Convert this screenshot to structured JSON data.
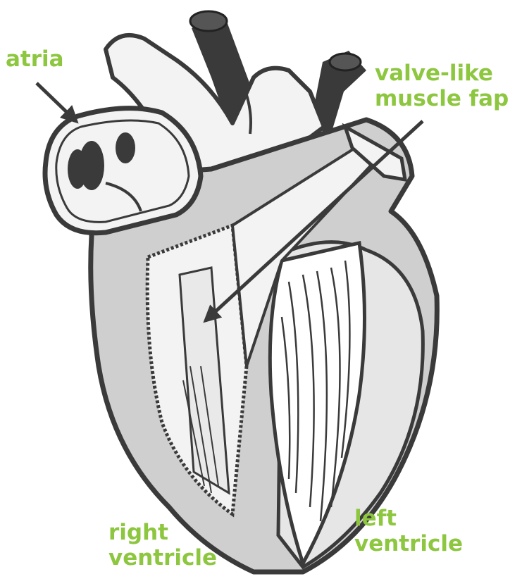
{
  "labels": {
    "atria": "atria",
    "valve": "valve-like\nmuscle fap",
    "right_ventricle": "right\nventricle",
    "left_ventricle": "left\nventricle"
  },
  "colors": {
    "label": "#8dc63f",
    "outline": "#3a3a3a",
    "tissue_light": "#f3f3f3",
    "tissue_grey": "#cfcfcf",
    "vessel_dark": "#3a3a3a"
  },
  "icons": {
    "arrow": "arrow-pointer"
  }
}
